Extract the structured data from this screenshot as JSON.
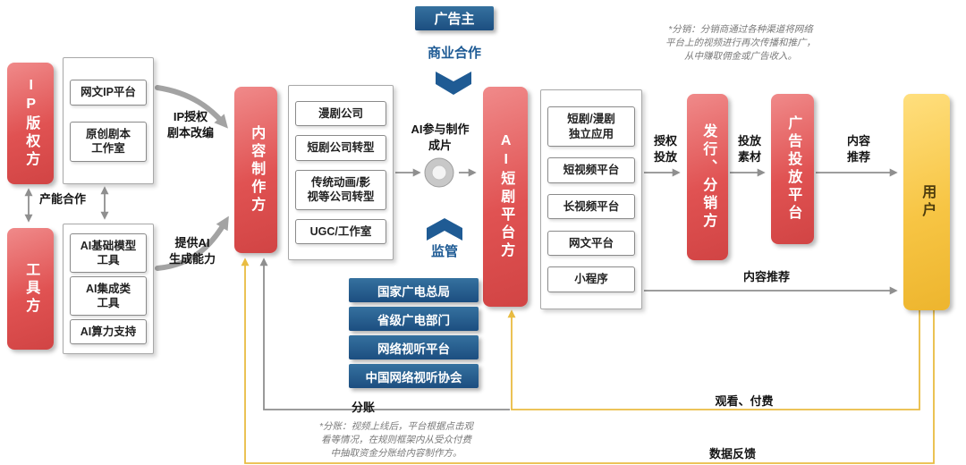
{
  "advertiser": {
    "label": "广告主"
  },
  "flow_labels": {
    "business_cooperation": "商业合作",
    "supervision": "监管",
    "capacity_cooperation": "产能合作",
    "ip_license": "IP授权\n剧本改编",
    "provide_ai": "提供AI\n生成能力",
    "ai_production": "AI参与制作\n成片",
    "authorized_placement": "授权\n投放",
    "placement_material": "投放\n素材",
    "content_recommendation_top": "内容\n推荐",
    "content_recommendation_bottom": "内容推荐",
    "revenue_share": "分账",
    "watch_pay": "观看、付费",
    "data_feedback": "数据反馈"
  },
  "nodes": {
    "ip_party": "IP版权方",
    "tool_party": "工具方",
    "content_producer": "内容制作方",
    "ai_platform": "AI短剧平台方",
    "distributor": "发行、分销方",
    "ad_platform": "广告投放平台",
    "user": "用户"
  },
  "ip_group": {
    "items": [
      "网文IP平台",
      "原创剧本\n工作室"
    ]
  },
  "tool_group": {
    "items": [
      "AI基础模型\n工具",
      "AI集成类\n工具",
      "AI算力支持"
    ]
  },
  "producer_group": {
    "items": [
      "漫剧公司",
      "短剧公司转型",
      "传统动画/影\n视等公司转型",
      "UGC/工作室"
    ]
  },
  "platform_group": {
    "items": [
      "短剧/漫剧\n独立应用",
      "短视频平台",
      "长视频平台",
      "网文平台",
      "小程序"
    ]
  },
  "regulators": {
    "items": [
      "国家广电总局",
      "省级广电部门",
      "网络视听平台",
      "中国网络视听协会"
    ]
  },
  "footnotes": {
    "distribution": "*分销：分销商通过各种渠道将网络\n平台上的视频进行再次传播和推广，\n从中赚取佣金或广告收入。",
    "revenue_share": "*分账：视频上线后，平台根据点击观\n看等情况，在规则框架内从受众付费\n中抽取资金分账给内容制作方。"
  },
  "colors": {
    "red_node": "#e05555",
    "blue_node": "#1f5b94",
    "yellow_node": "#f6c043",
    "arrow_gray": "#8f8f8f",
    "feedback_yellow": "#e9bc42"
  }
}
